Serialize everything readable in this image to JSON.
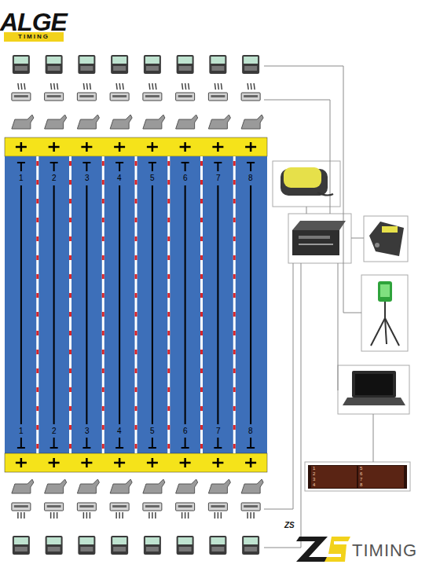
{
  "diagram": {
    "nodes": [
      {
        "text": [
          "1",
          "5",
          "2",
          "6",
          "3",
          "7",
          "4",
          "8"
        ]
      }
    ],
    "labels": [
      "ALGE",
      "TIMING",
      "1",
      "2",
      "3",
      "4",
      "5",
      "6",
      "7",
      "8",
      "1",
      "2",
      "3",
      "4",
      "5",
      "6",
      "7",
      "8",
      "ZS",
      "TIMING"
    ]
  }
}
